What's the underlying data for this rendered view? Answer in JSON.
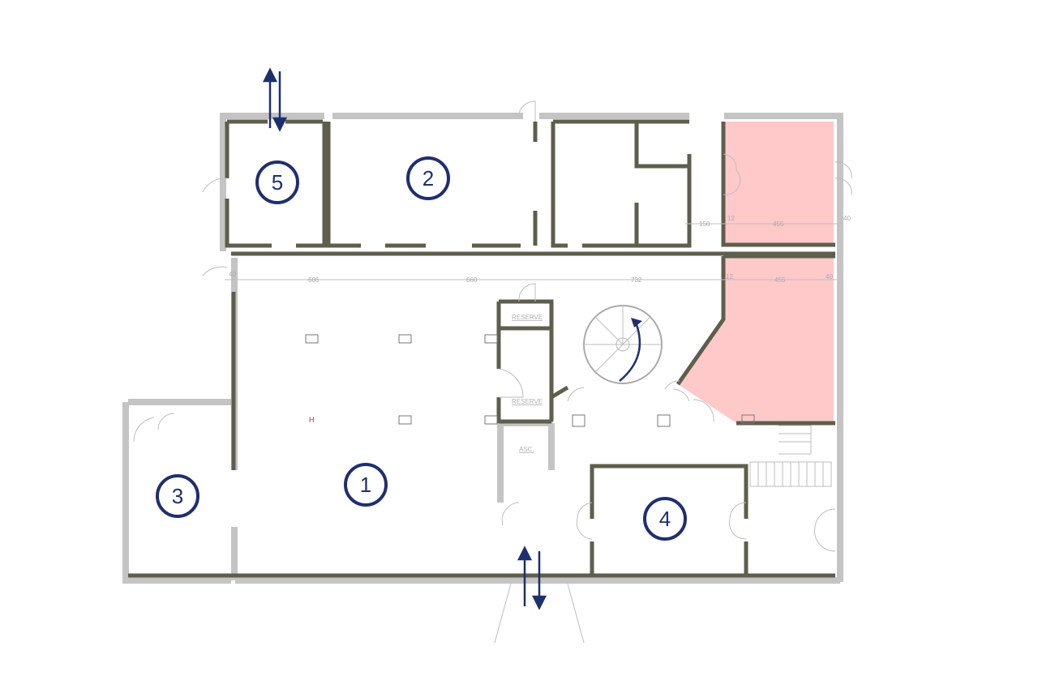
{
  "rooms": [
    {
      "number": "1"
    },
    {
      "number": "2"
    },
    {
      "number": "3"
    },
    {
      "number": "4"
    },
    {
      "number": "5"
    }
  ],
  "labels": {
    "reserve_top": "RESERVE",
    "reserve_bottom": "RESERVE",
    "elevator": "ASC."
  },
  "dimensions": {
    "corridor": [
      "40",
      "686",
      "660",
      "732",
      "12",
      "455",
      "40"
    ],
    "upper_right": [
      "150",
      "12",
      "455",
      "40"
    ]
  },
  "markers": {
    "column": "H"
  },
  "colors": {
    "highlight": "#ffc9c9",
    "accent": "#1f2f6e",
    "wall": "#5e5e4c",
    "exterior_wall": "#c4c4c4"
  }
}
